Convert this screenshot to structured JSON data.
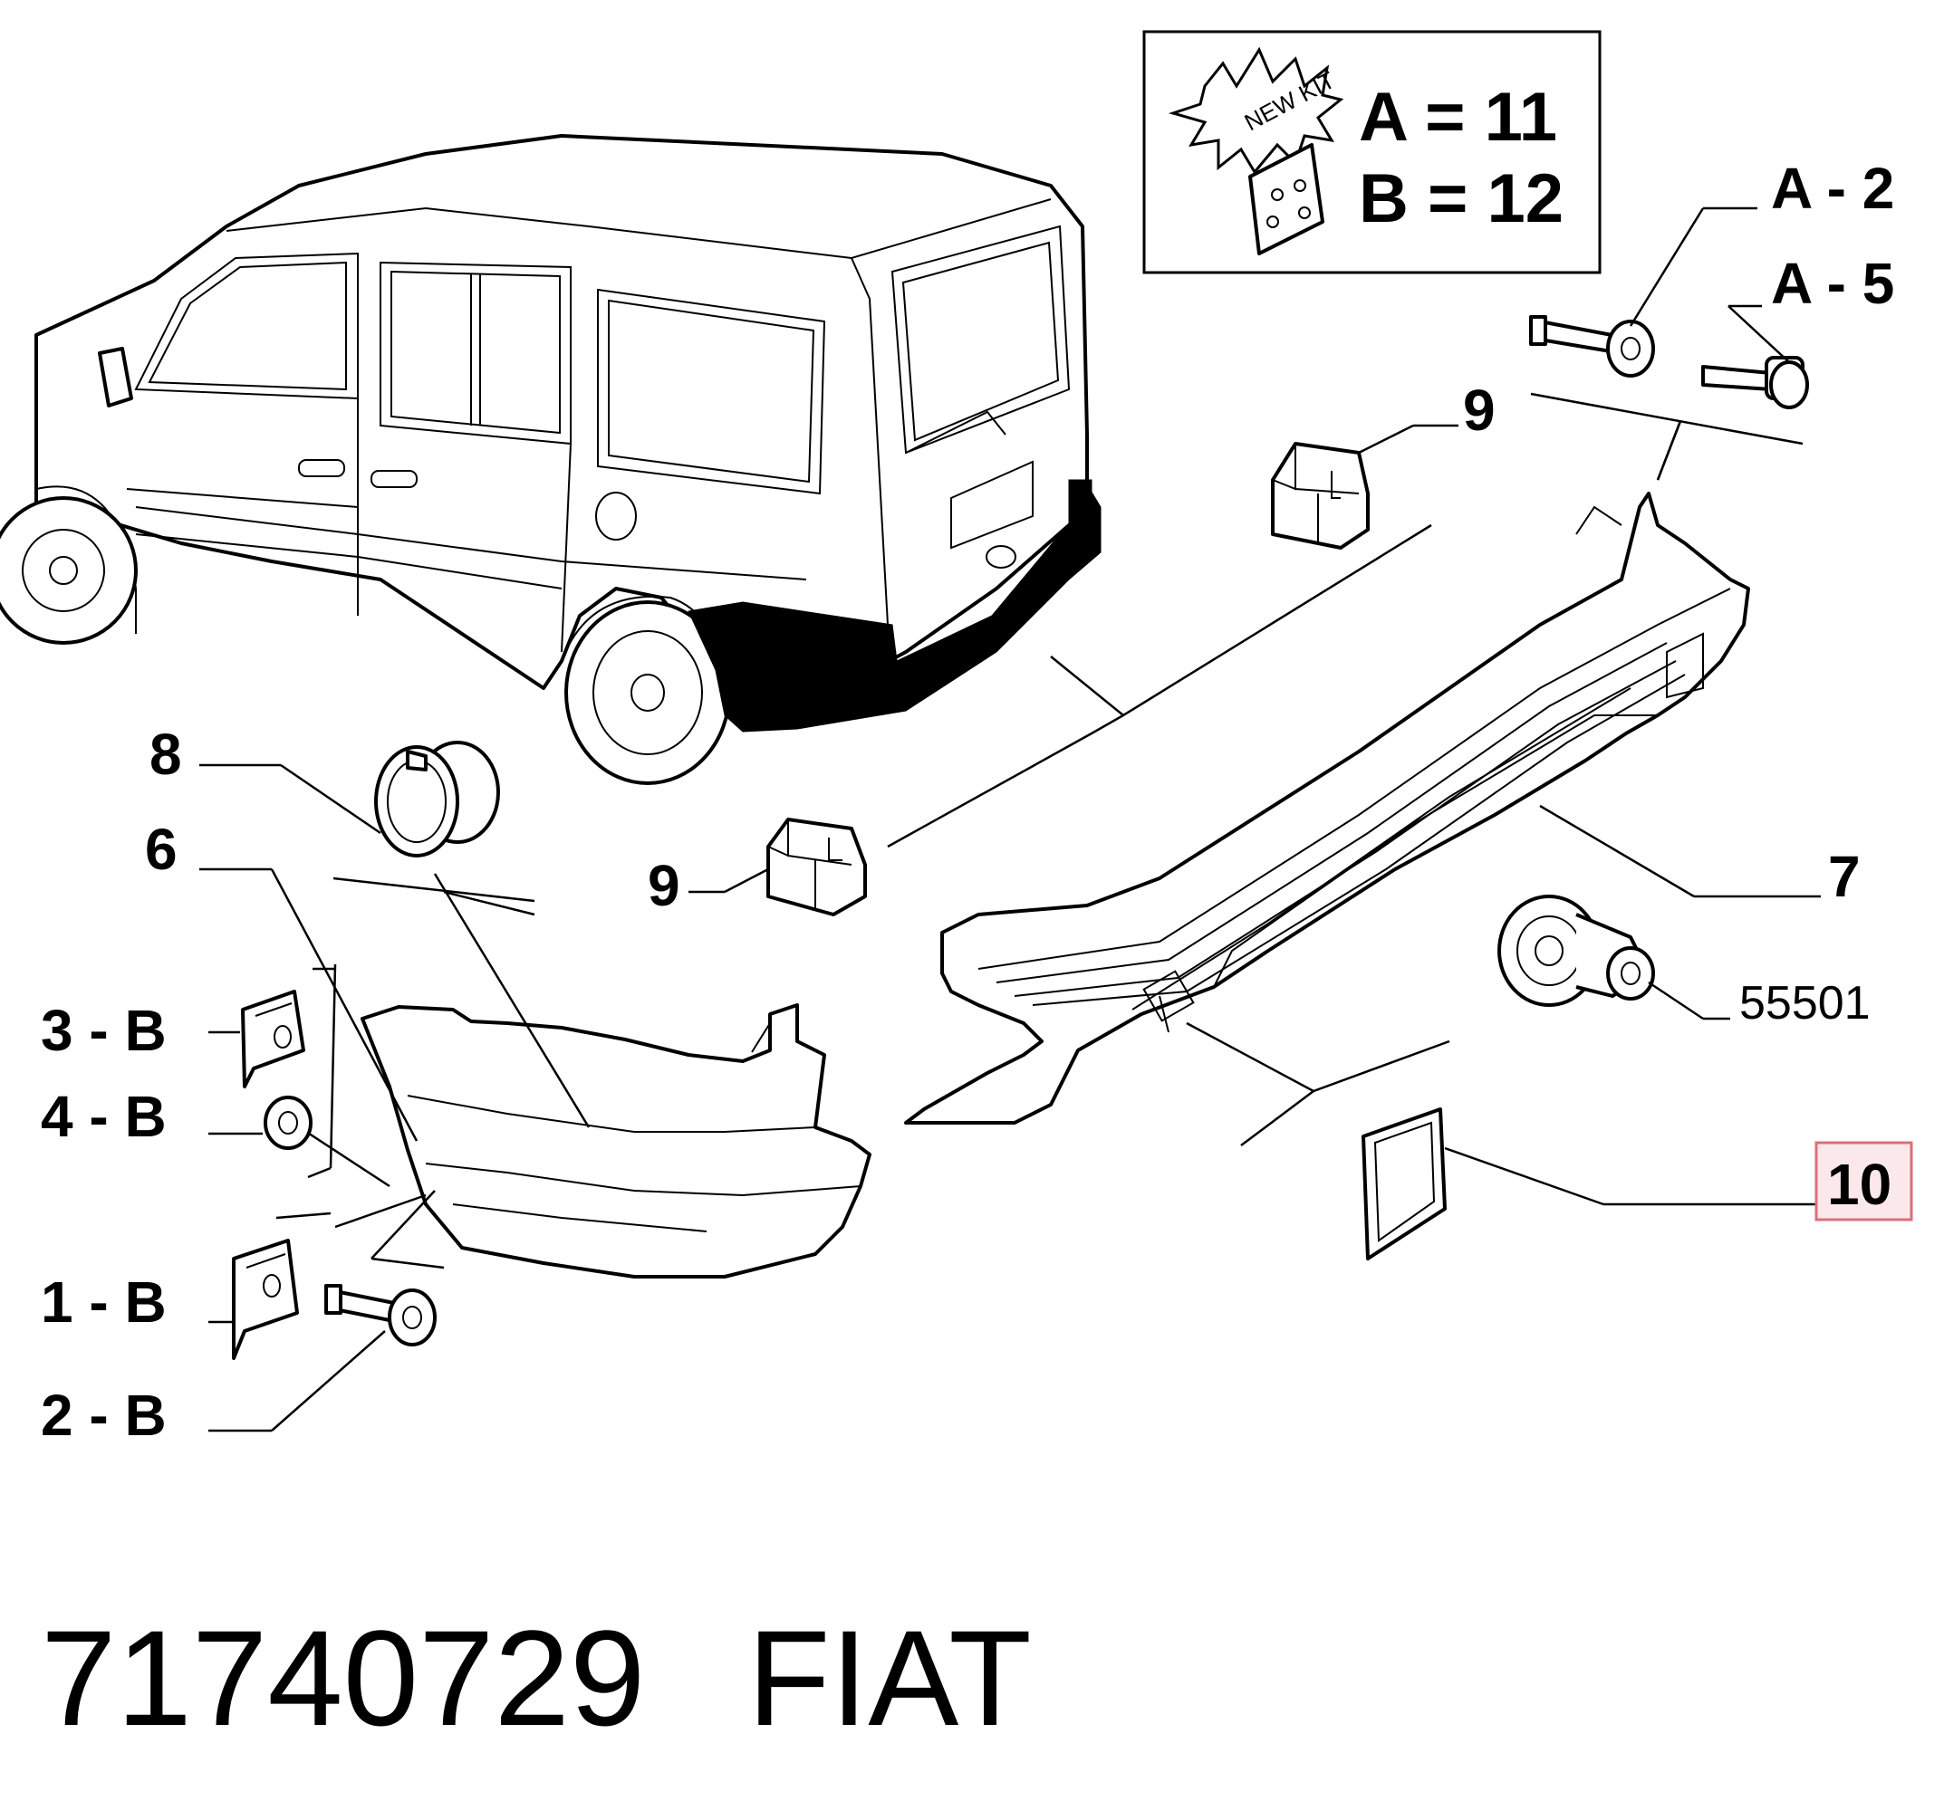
{
  "kit_box": {
    "burst_text": "NEW KIT",
    "line_a": "A = 11",
    "line_b": "B = 12"
  },
  "callouts": {
    "a2": "A - 2",
    "a5": "A - 5",
    "n9_top": "9",
    "n9_mid": "9",
    "n8": "8",
    "n6": "6",
    "n7": "7",
    "n55501": "55501",
    "n10": "10",
    "b3": "3 - B",
    "b4": "4 - B",
    "b1": "1 - B",
    "b2": "2 - B"
  },
  "highlight": {
    "label": "10",
    "color": "#d9707a",
    "fill": "#fbe8ea"
  },
  "footer": {
    "part_number": "71740729",
    "brand": "FIAT"
  }
}
